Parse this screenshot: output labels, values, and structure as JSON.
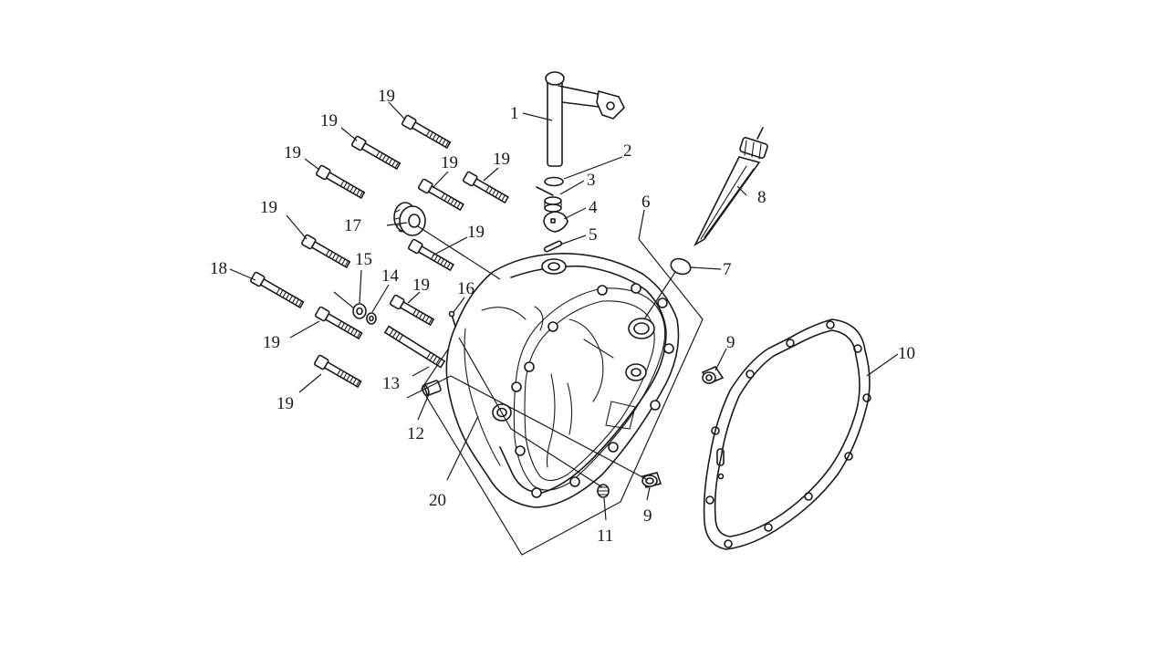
{
  "diagram": {
    "callouts": [
      {
        "id": "c1",
        "text": "1"
      },
      {
        "id": "c2",
        "text": "2"
      },
      {
        "id": "c3",
        "text": "3"
      },
      {
        "id": "c4",
        "text": "4"
      },
      {
        "id": "c5",
        "text": "5"
      },
      {
        "id": "c6",
        "text": "6"
      },
      {
        "id": "c7",
        "text": "7"
      },
      {
        "id": "c8",
        "text": "8"
      },
      {
        "id": "c9a",
        "text": "9"
      },
      {
        "id": "c9b",
        "text": "9"
      },
      {
        "id": "c10",
        "text": "10"
      },
      {
        "id": "c11",
        "text": "11"
      },
      {
        "id": "c12",
        "text": "12"
      },
      {
        "id": "c13",
        "text": "13"
      },
      {
        "id": "c14",
        "text": "14"
      },
      {
        "id": "c15",
        "text": "15"
      },
      {
        "id": "c16",
        "text": "16"
      },
      {
        "id": "c17",
        "text": "17"
      },
      {
        "id": "c18",
        "text": "18"
      },
      {
        "id": "c19a",
        "text": "19"
      },
      {
        "id": "c19b",
        "text": "19"
      },
      {
        "id": "c19c",
        "text": "19"
      },
      {
        "id": "c19d",
        "text": "19"
      },
      {
        "id": "c19e",
        "text": "19"
      },
      {
        "id": "c19f",
        "text": "19"
      },
      {
        "id": "c19g",
        "text": "19"
      },
      {
        "id": "c19h",
        "text": "19"
      },
      {
        "id": "c19i",
        "text": "19"
      },
      {
        "id": "c19j",
        "text": "19"
      },
      {
        "id": "c20",
        "text": "20"
      }
    ]
  }
}
